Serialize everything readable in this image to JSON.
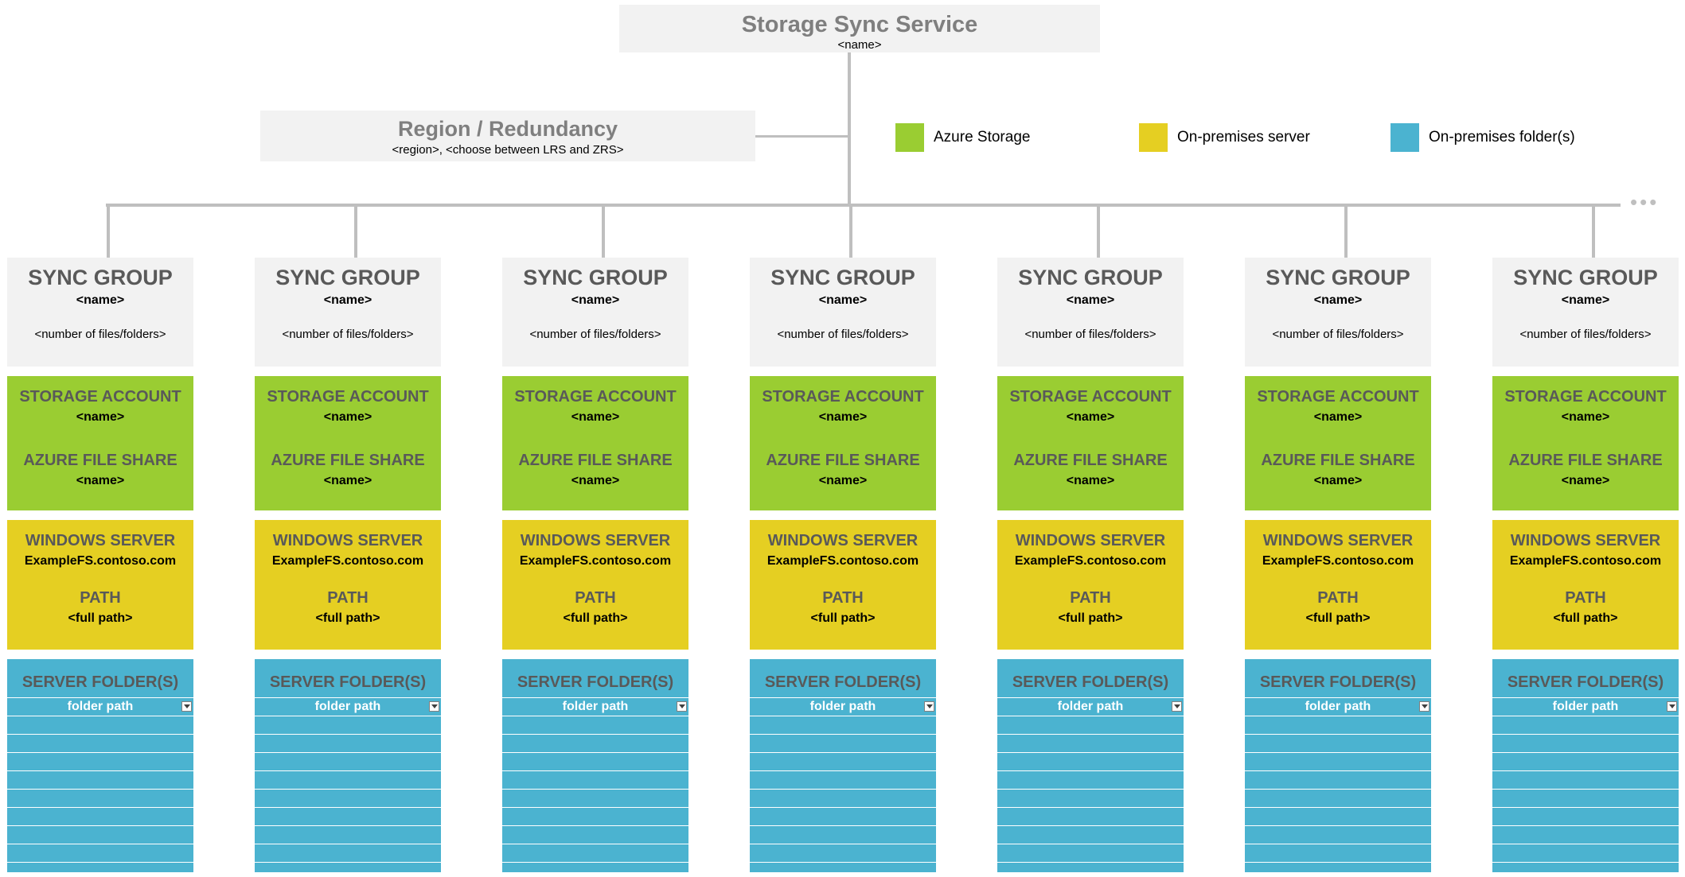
{
  "service": {
    "title": "Storage Sync Service",
    "name": "<name>"
  },
  "region": {
    "title": "Region / Redundancy",
    "subtitle": "<region>, <choose between LRS and ZRS>"
  },
  "legend": [
    {
      "label": "Azure Storage",
      "color": "#9acd32"
    },
    {
      "label": "On-premises server",
      "color": "#e5cf22"
    },
    {
      "label": "On-premises folder(s)",
      "color": "#4bb3d0"
    }
  ],
  "more_indicator": "•••",
  "columns": {
    "sync_title": "SYNC GROUP",
    "sync_name": "<name>",
    "sync_count": "<number of files/folders>",
    "storage_account_title": "STORAGE ACCOUNT",
    "storage_account_name": "<name>",
    "file_share_title": "AZURE FILE SHARE",
    "file_share_name": "<name>",
    "server_title": "WINDOWS SERVER",
    "server_name": "ExampleFS.contoso.com",
    "path_title": "PATH",
    "path_value": "<full path>",
    "folders_title": "SERVER FOLDER(S)",
    "folder_column_header": "folder path",
    "count": 7
  },
  "colors": {
    "sync": "#f2f2f2",
    "storage": "#9acd32",
    "server": "#e5cf22",
    "folders": "#4bb3d0",
    "connector": "#bfbfbf"
  }
}
